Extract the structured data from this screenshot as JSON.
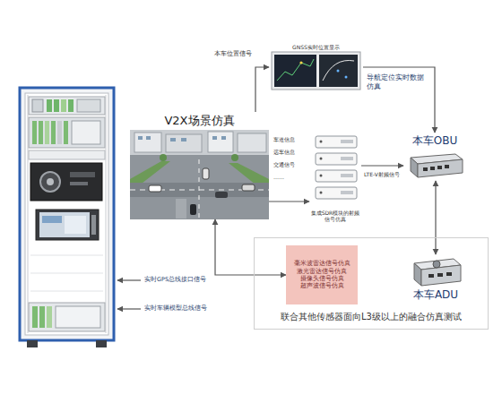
{
  "diagram": {
    "nodes": [
      {
        "text": [
          "V2X场景仿真"
        ]
      },
      {
        "text": [
          "GNSS实时位置显示"
        ]
      },
      {
        "text": [
          "集成SDR模块的射频信号仿真"
        ]
      },
      {
        "text": [
          "本车OBU"
        ]
      },
      {
        "text": [
          "联合其他传感器面向L3级以上的融合仿真测试"
        ]
      },
      {
        "text": [
          "毫米波雷达信号仿真",
          "激光雷达信号仿真",
          "摄像头信号仿真",
          "超声波信号仿真"
        ],
        "in": 4
      },
      {
        "text": [
          "本车ADU"
        ],
        "in": 4
      }
    ],
    "edges": [
      {
        "from": 0,
        "to": 1,
        "arrow": "to",
        "label": "本车位置信号"
      },
      {
        "from": 1,
        "to": 3,
        "arrow": "to",
        "label": "导航定位实时数据仿真"
      },
      {
        "from": 0,
        "to": 2,
        "arrow": "to"
      },
      {
        "from": 2,
        "to": 3,
        "arrow": "to",
        "label": "LTE-V射频信号"
      },
      {
        "from": 0,
        "to": 5,
        "arrow": "both"
      },
      {
        "from": 3,
        "to": 6,
        "arrow": "both"
      }
    ],
    "labels": [
      "车道信息",
      "远车信息",
      "交通信号",
      "……",
      "实时GPS总线接口信号",
      "实时车辆模型总线信号"
    ]
  }
}
